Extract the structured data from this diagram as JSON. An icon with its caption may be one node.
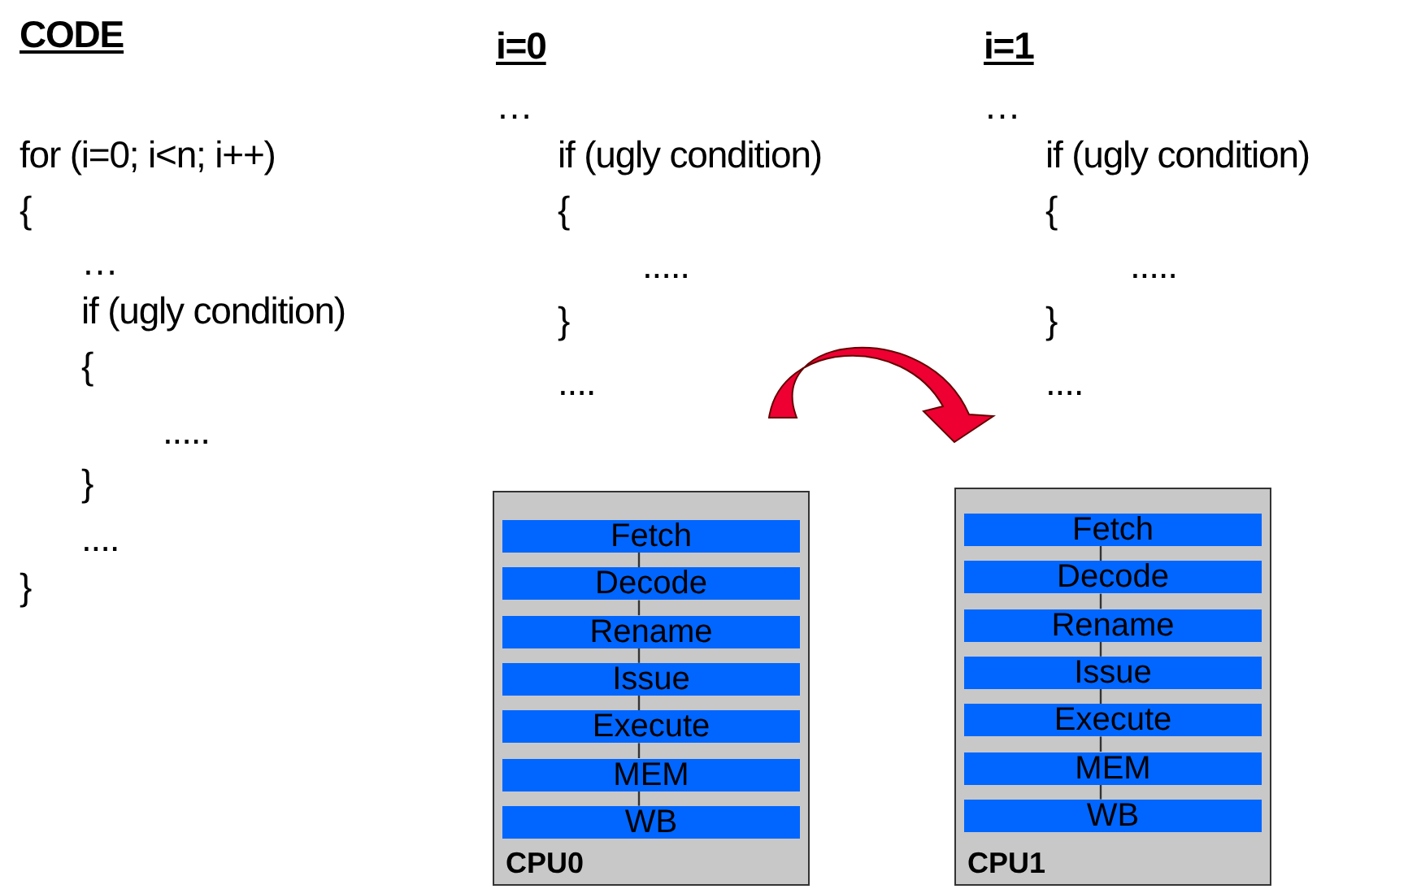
{
  "diagram": {
    "nodes": [
      {
        "text": [
          "CPU0"
        ]
      },
      {
        "text": [
          "Fetch"
        ],
        "in": 0
      },
      {
        "text": [
          "Decode"
        ],
        "in": 0
      },
      {
        "text": [
          "Rename"
        ],
        "in": 0
      },
      {
        "text": [
          "Issue"
        ],
        "in": 0
      },
      {
        "text": [
          "Execute"
        ],
        "in": 0
      },
      {
        "text": [
          "MEM"
        ],
        "in": 0
      },
      {
        "text": [
          "WB"
        ],
        "in": 0
      },
      {
        "text": [
          "CPU1"
        ]
      },
      {
        "text": [
          "Fetch"
        ],
        "in": 8
      },
      {
        "text": [
          "Decode"
        ],
        "in": 8
      },
      {
        "text": [
          "Rename"
        ],
        "in": 8
      },
      {
        "text": [
          "Issue"
        ],
        "in": 8
      },
      {
        "text": [
          "Execute"
        ],
        "in": 8
      },
      {
        "text": [
          "MEM"
        ],
        "in": 8
      },
      {
        "text": [
          "WB"
        ],
        "in": 8
      }
    ],
    "edges": [
      {
        "from": 1,
        "to": 2,
        "arrow": "none"
      },
      {
        "from": 2,
        "to": 3,
        "arrow": "none"
      },
      {
        "from": 3,
        "to": 4,
        "arrow": "none"
      },
      {
        "from": 4,
        "to": 5,
        "arrow": "none"
      },
      {
        "from": 5,
        "to": 6,
        "arrow": "none"
      },
      {
        "from": 6,
        "to": 7,
        "arrow": "none"
      },
      {
        "from": 9,
        "to": 10,
        "arrow": "none"
      },
      {
        "from": 10,
        "to": 11,
        "arrow": "none"
      },
      {
        "from": 11,
        "to": 12,
        "arrow": "none"
      },
      {
        "from": 12,
        "to": 13,
        "arrow": "none"
      },
      {
        "from": 13,
        "to": 14,
        "arrow": "none"
      },
      {
        "from": 14,
        "to": 15,
        "arrow": "none"
      }
    ],
    "labels": [
      "CODE",
      "for (i=0; i<n; i++)",
      "{",
      "…",
      "if (ugly condition)",
      "{",
      ".....",
      "}",
      "....",
      "}",
      "i=0",
      "…",
      "if (ugly condition)",
      "{",
      ".....",
      "}",
      "....",
      "i=1",
      "…",
      "if (ugly condition)",
      "{",
      ".....",
      "}",
      "...."
    ]
  }
}
